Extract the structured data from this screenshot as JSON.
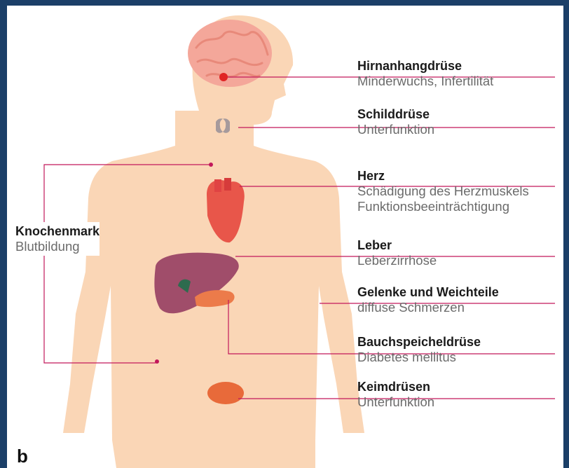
{
  "labels": [
    {
      "name": "Hirnanhangdrüse",
      "desc": [
        "Minderwuchs, Infertilität"
      ]
    },
    {
      "name": "Schilddrüse",
      "desc": [
        "Unterfunktion"
      ]
    },
    {
      "name": "Herz",
      "desc": [
        "Schädigung des Herzmuskels",
        "Funktionsbeeinträchtigung"
      ]
    },
    {
      "name": "Leber",
      "desc": [
        "Leberzirrhose"
      ]
    },
    {
      "name": "Gelenke und Weichteile",
      "desc": [
        "diffuse Schmerzen"
      ]
    },
    {
      "name": "Bauchspeicheldrüse",
      "desc": [
        "Diabetes mellitus"
      ]
    },
    {
      "name": "Keimdrüsen",
      "desc": [
        "Unterfunktion"
      ]
    }
  ],
  "bone_marrow": {
    "name": "Knochenmark",
    "desc": "Blutbildung"
  },
  "panel_letter": "b",
  "colors": {
    "frame": "#1b3f68",
    "body": "#fad6b6",
    "leader_line": "#c2185b",
    "brain": "#f4a79a",
    "thyroid": "#a69a9c",
    "heart": "#e8564a",
    "liver": "#a04d6a",
    "pancreas": "#ec7b4a",
    "gonads": "#e86a3a",
    "pituitary": "#e02424"
  }
}
